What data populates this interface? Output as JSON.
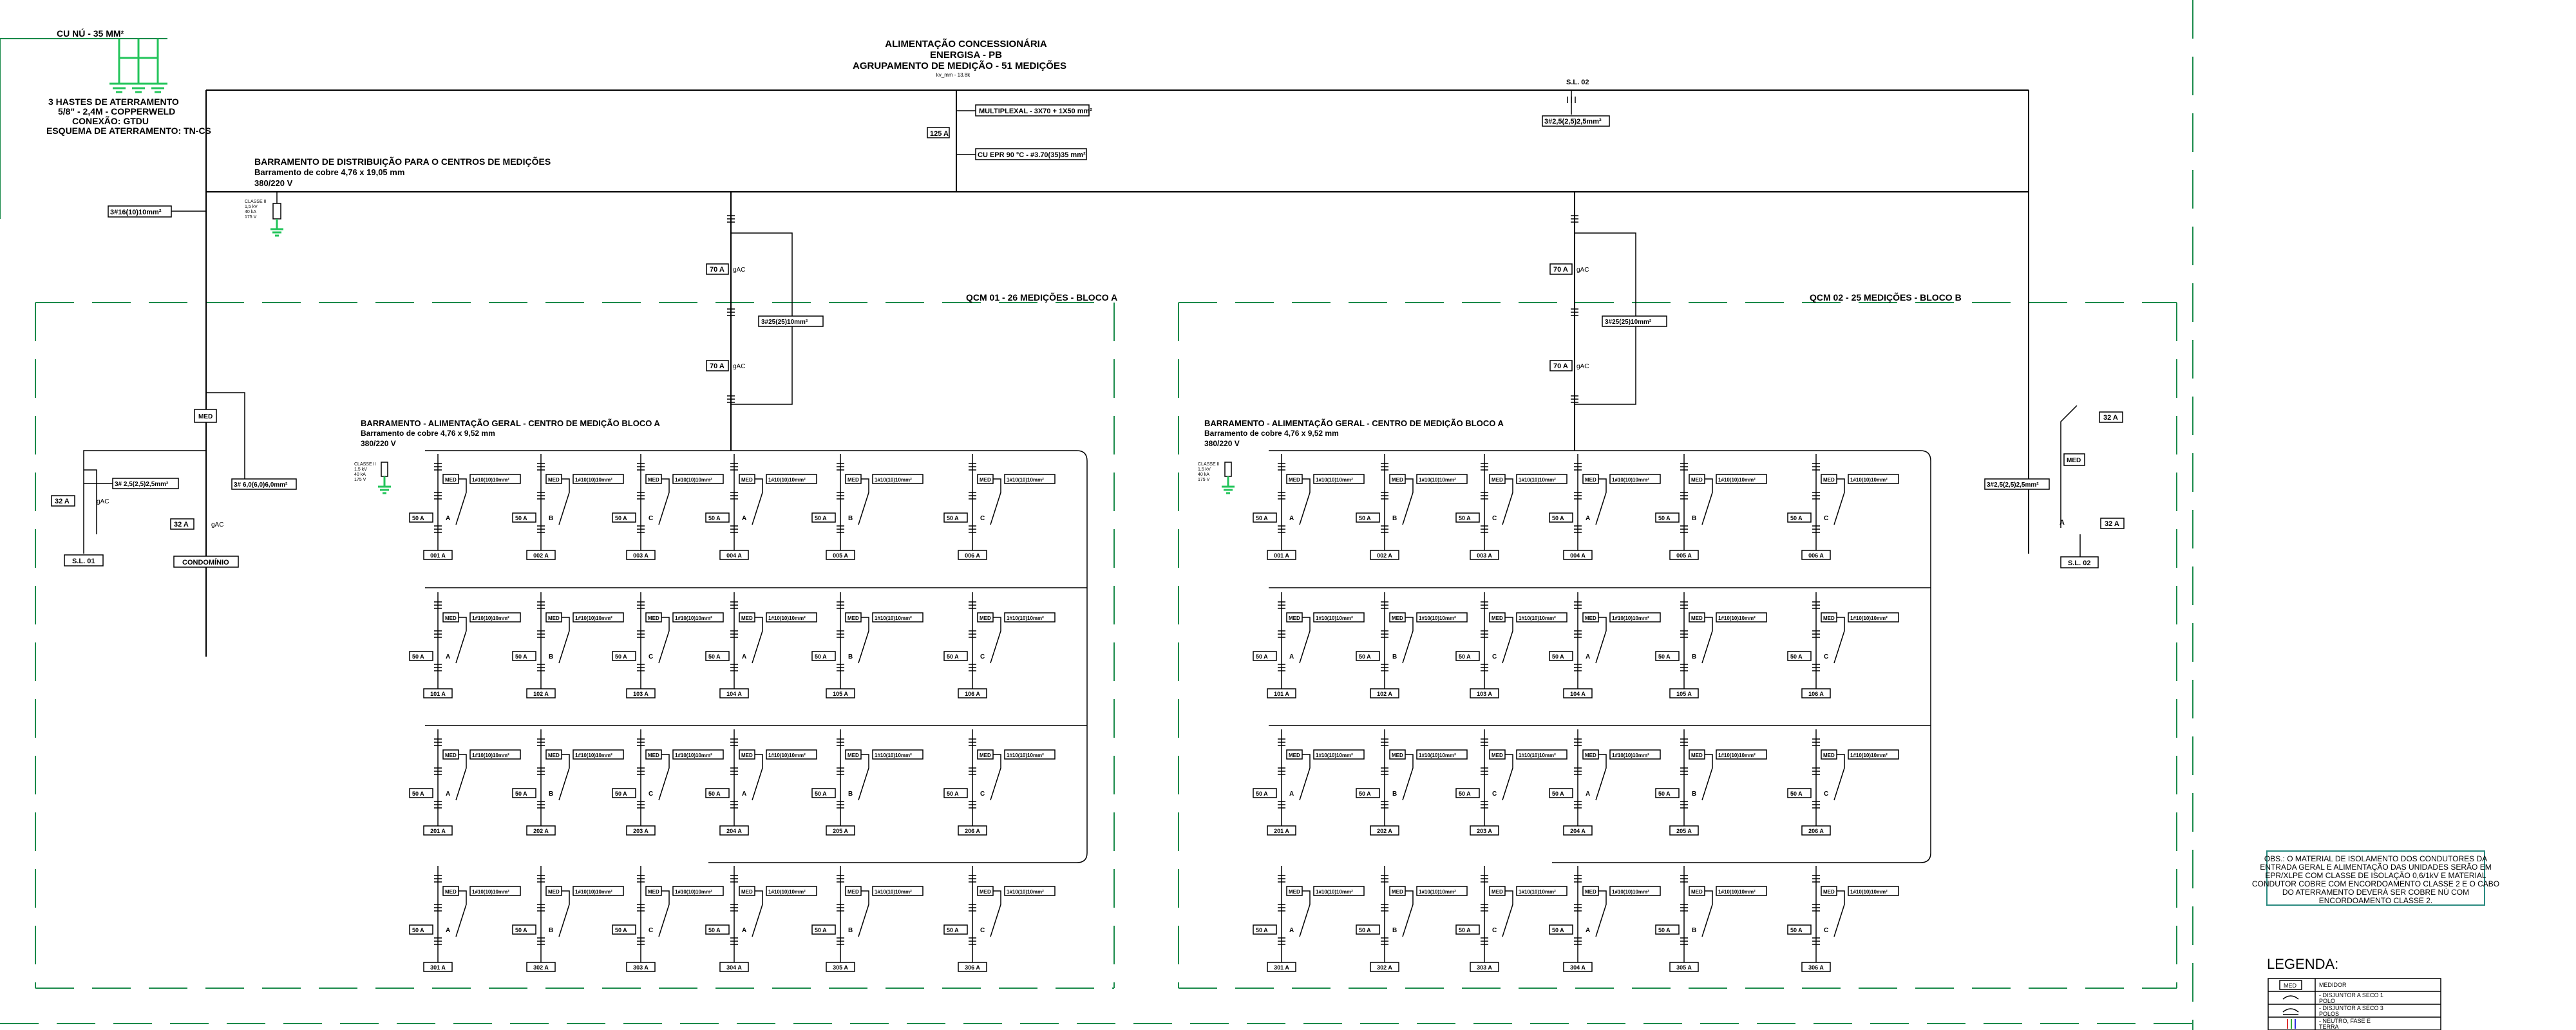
{
  "title": {
    "line1": "ALIMENTAÇÃO CONCESSIONÁRIA",
    "line2": "ENERGISA - PB",
    "line3": "AGRUPAMENTO DE MEDIÇÃO - 51 MEDIÇÕES",
    "line4": "kv_mm - 13.8k"
  },
  "ground": {
    "cable": "CU NÚ - 35 MM²",
    "l1": "3 HASTES DE ATERRAMENTO",
    "l2": "5/8\" - 2,4M - COPPERWELD",
    "l3": "CONEXÃO: GTDU",
    "l4": "ESQUEMA DE ATERRAMENTO: TN-CS"
  },
  "main": {
    "cable_top": "MULTIPLEXAL - 3X70 + 1X50 mm²",
    "breaker": "125 A",
    "cable_bottom": "CU EPR 90 °C - #3.70(35)35 mm²",
    "sl_label": "S.L. 02",
    "sl_cable": "3#2,5(2,5)2,5mm²"
  },
  "distribution": {
    "title": "BARRAMENTO DE DISTRIBUIÇÃO PARA O CENTROS DE MEDIÇÕES",
    "sub": "Barramento de cobre 4,76 x 19,05 mm",
    "voltage": "380/220 V",
    "left_cable": "3#16(10)10mm²",
    "dps": [
      "CLASSE II",
      "1,5 kV",
      "40 kA",
      "175 V"
    ]
  },
  "left_branch": {
    "med": "MED",
    "breaker_a": "32 A",
    "breaker_b": "32 A",
    "cable_a": "3# 2,5(2,5)2,5mm²",
    "cable_b": "3# 6,0(6,0)6,0mm²",
    "dr": "gAC",
    "label_a": "S.L. 01",
    "label_b": "CONDOMÍNIO"
  },
  "right_branch": {
    "med": "MED",
    "breaker": "32 A",
    "cable": "3#2,5(2,5)2,5mm²",
    "label": "S.L. 02",
    "phase": "A"
  },
  "qcm": [
    {
      "title": "QCM 01 - 26 MEDIÇÕES - BLOCO A",
      "bus_title": "BARRAMENTO - ALIMENTAÇÃO GERAL - CENTRO DE MEDIÇÃO BLOCO A",
      "bus_sub": "Barramento de cobre 4,76 x 9,52 mm",
      "voltage": "380/220 V",
      "feeder_breaker": "70 A",
      "feeder_cable": "3#25(25)10mm²",
      "feeder_dr": "gAC",
      "rows": [
        [
          "001 A",
          "002 A",
          "003 A",
          "004 A",
          "005 A",
          "006 A"
        ],
        [
          "101 A",
          "102 A",
          "103 A",
          "104 A",
          "105 A",
          "106 A"
        ],
        [
          "201 A",
          "202 A",
          "203 A",
          "204 A",
          "205 A",
          "206 A"
        ],
        [
          "301 A",
          "302 A",
          "303 A",
          "304 A",
          "305 A",
          "306 A"
        ]
      ],
      "phases": [
        "A",
        "B",
        "C",
        "A",
        "B",
        "C"
      ]
    },
    {
      "title": "QCM 02 - 25 MEDIÇÕES - BLOCO B",
      "bus_title": "BARRAMENTO - ALIMENTAÇÃO GERAL - CENTRO DE MEDIÇÃO BLOCO A",
      "bus_sub": "Barramento de cobre 4,76 x 9,52 mm",
      "voltage": "380/220 V",
      "feeder_breaker": "70 A",
      "feeder_cable": "3#25(25)10mm²",
      "feeder_dr": "gAC",
      "rows": [
        [
          "001 A",
          "002 A",
          "003 A",
          "004 A",
          "005 A",
          "006 A"
        ],
        [
          "101 A",
          "102 A",
          "103 A",
          "104 A",
          "105 A",
          "106 A"
        ],
        [
          "201 A",
          "202 A",
          "203 A",
          "204 A",
          "205 A",
          "206 A"
        ],
        [
          "301 A",
          "302 A",
          "303 A",
          "304 A",
          "305 A",
          "306 A"
        ]
      ],
      "phases": [
        "A",
        "B",
        "C",
        "A",
        "B",
        "C"
      ]
    }
  ],
  "meter_unit": {
    "med": "MED",
    "breaker": "50 A",
    "cable": "1#10(10)10mm²"
  },
  "obs": "OBS.: O MATERIAL DE ISOLAMENTO DOS CONDUTORES DA ENTRADA GERAL E ALIMENTAÇÃO DAS UNIDADES SERÃO EM EPR/XLPE COM CLASSE DE ISOLAÇÃO 0,6/1kV E MATERIAL CONDUTOR COBRE COM ENCORDOAMENTO CLASSE 2 E O CABO DO ATERRAMENTO DEVERÁ SER COBRE NÚ COM ENCORDOAMENTO CLASSE 2.",
  "obs_lines": [
    "OBS.: O MATERIAL DE ISOLAMENTO DOS CONDUTORES DA",
    "ENTRADA GERAL E ALIMENTAÇÃO DAS UNIDADES SERÃO EM",
    "EPR/XLPE COM CLASSE DE ISOLAÇÃO 0,6/1kV E MATERIAL",
    "CONDUTOR COBRE COM ENCORDOAMENTO CLASSE 2 E O CABO",
    "DO ATERRAMENTO DEVERÁ SER COBRE NÚ COM",
    "ENCORDOAMENTO CLASSE 2."
  ],
  "legend": {
    "title": "LEGENDA:",
    "items": [
      {
        "symbol": "MED",
        "text1": "MEDIDOR"
      },
      {
        "symbol": "1p",
        "text1": "- DISJUNTOR A SECO 1",
        "text2": "POLO"
      },
      {
        "symbol": "3p",
        "text1": "- DISJUNTOR A SECO 3",
        "text2": "POLOS"
      },
      {
        "symbol": "neutral",
        "text1": "- NEUTRO, FASE E",
        "text2": "TERRA"
      }
    ]
  }
}
